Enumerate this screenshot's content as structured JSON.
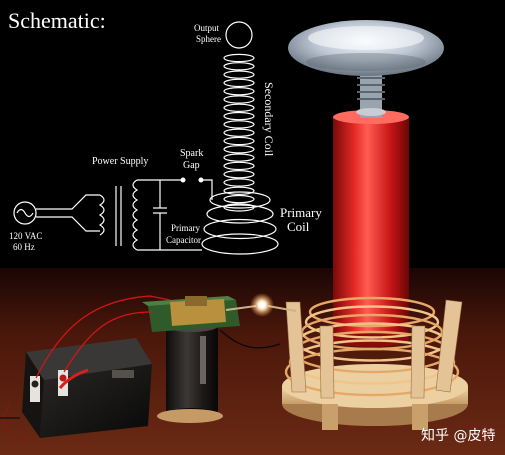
{
  "title": "Schematic:",
  "labels": {
    "output_sphere_1": "Output",
    "output_sphere_2": "Sphere",
    "secondary_coil": "Secondary Coil",
    "power_supply": "Power Supply",
    "spark_gap_1": "Spark",
    "spark_gap_2": "Gap",
    "primary_coil_1": "Primary",
    "primary_coil_2": "Coil",
    "vac_1": "120 VAC",
    "vac_2": "60 Hz",
    "primary_capacitor_1": "Primary",
    "primary_capacitor_2": "Capacitor"
  },
  "watermark": "知乎 @皮特",
  "colors": {
    "background": "#000000",
    "floor": "#5a1f10",
    "coil": "#d81a1a",
    "wire": "#ffffff",
    "wood": "#e3c59a"
  }
}
